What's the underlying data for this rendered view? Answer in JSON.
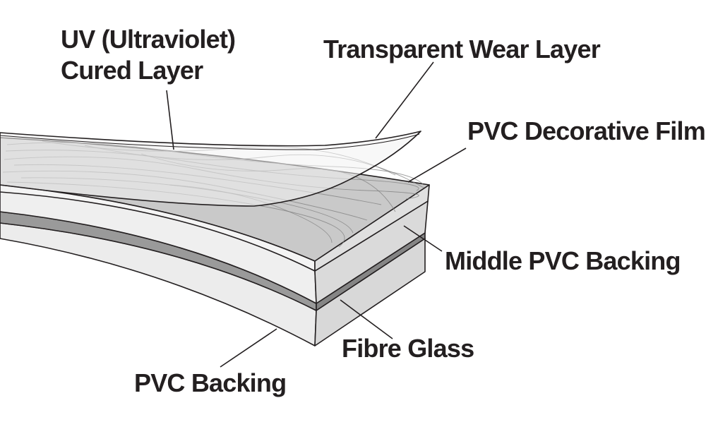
{
  "labels": {
    "uv_line1": "UV (Ultraviolet)",
    "uv_line2": "Cured Layer",
    "wear": "Transparent Wear Layer",
    "decor": "PVC Decorative Film",
    "middle": "Middle PVC Backing",
    "fibre": "Fibre Glass",
    "backing": "PVC Backing"
  },
  "colors": {
    "ink": "#231f20",
    "decor_face": "#c9c9c9",
    "edge_light": "#ececec",
    "edge_mid": "#d6d6d6",
    "fibre_glass": "#9a9a9a",
    "film": "#f2f2f2"
  }
}
